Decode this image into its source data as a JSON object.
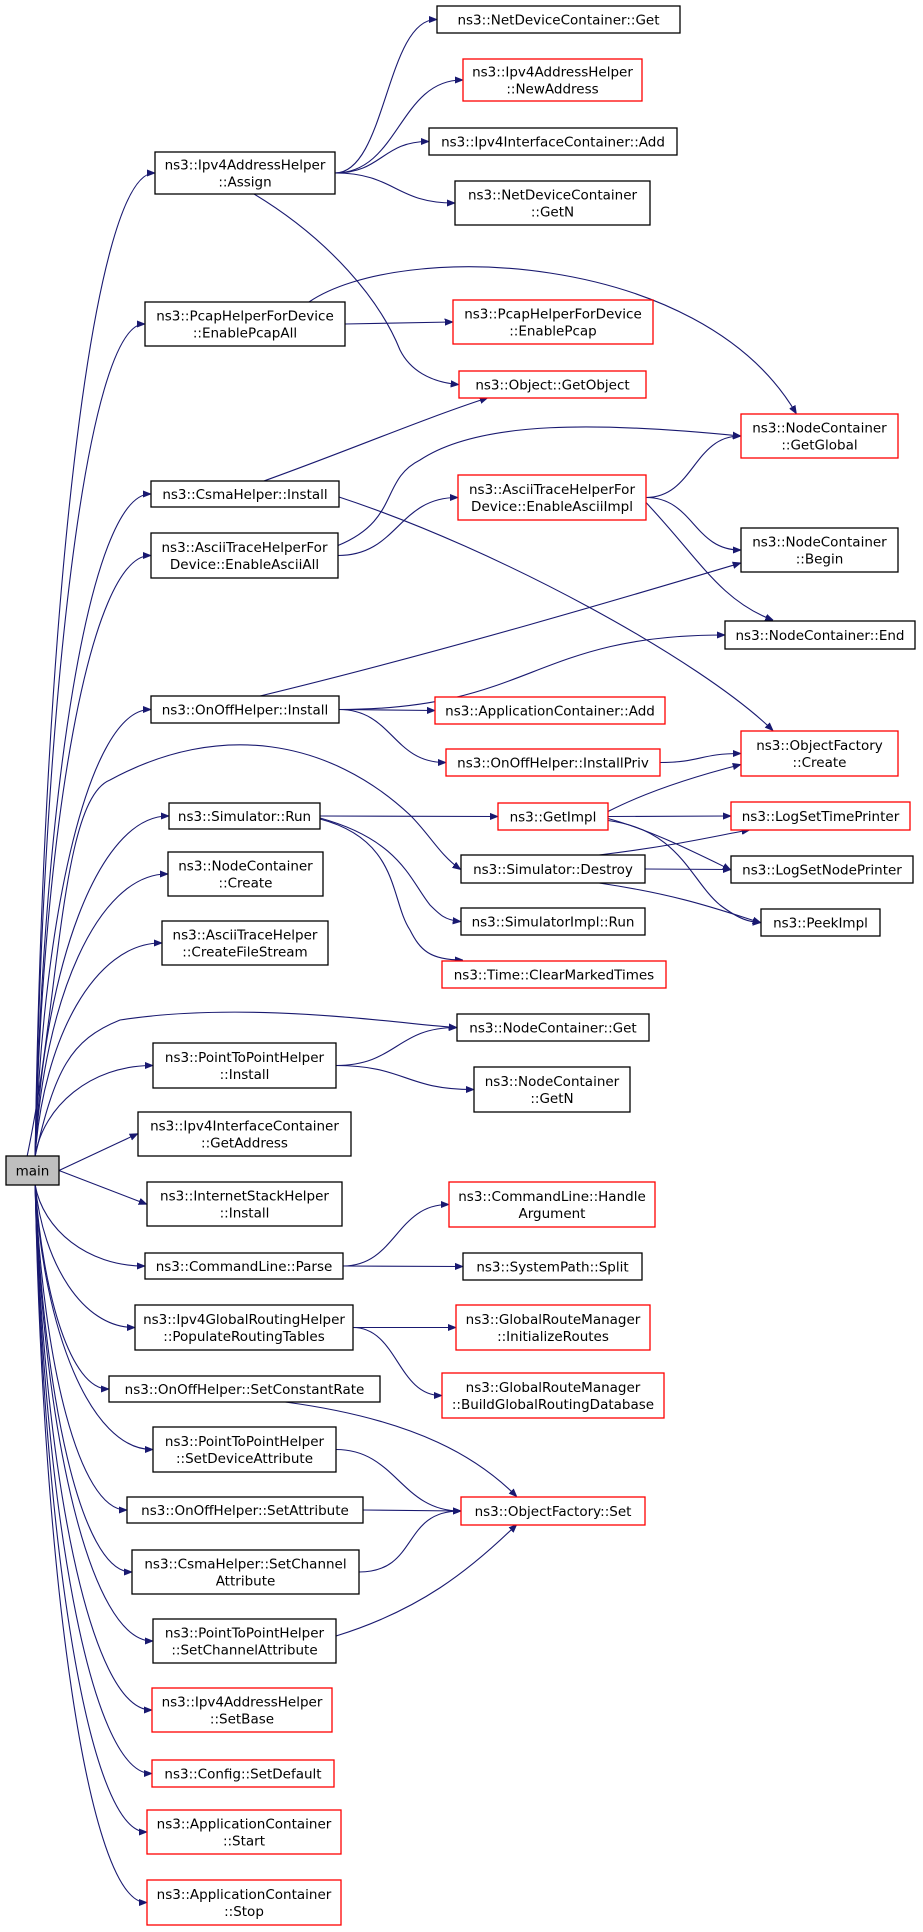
{
  "colors": {
    "edge": "#191970",
    "node_border": "#000000",
    "undocumented_border": "#ff0000",
    "root_fill": "#bfbfbf",
    "background": "#ffffff"
  },
  "nodes": {
    "main": [
      "main"
    ],
    "ipv4_assign": [
      "ns3::Ipv4AddressHelper",
      "::Assign"
    ],
    "netdev_get": [
      "ns3::NetDeviceContainer::Get"
    ],
    "ipv4_newaddress": [
      "ns3::Ipv4AddressHelper",
      "::NewAddress"
    ],
    "ipv4if_add": [
      "ns3::Ipv4InterfaceContainer::Add"
    ],
    "netdev_getn": [
      "ns3::NetDeviceContainer",
      "::GetN"
    ],
    "pcap_all": [
      "ns3::PcapHelperForDevice",
      "::EnablePcapAll"
    ],
    "pcap_enable": [
      "ns3::PcapHelperForDevice",
      "::EnablePcap"
    ],
    "object_getobject": [
      "ns3::Object::GetObject"
    ],
    "nc_getglobal": [
      "ns3::NodeContainer",
      "::GetGlobal"
    ],
    "csma_install": [
      "ns3::CsmaHelper::Install"
    ],
    "ascii_impl": [
      "ns3::AsciiTraceHelperFor",
      "Device::EnableAsciiImpl"
    ],
    "ascii_all": [
      "ns3::AsciiTraceHelperFor",
      "Device::EnableAsciiAll"
    ],
    "nc_begin": [
      "ns3::NodeContainer",
      "::Begin"
    ],
    "nc_end": [
      "ns3::NodeContainer::End"
    ],
    "onoff_install": [
      "ns3::OnOffHelper::Install"
    ],
    "appc_add": [
      "ns3::ApplicationContainer::Add"
    ],
    "onoff_installpriv": [
      "ns3::OnOffHelper::InstallPriv"
    ],
    "of_create": [
      "ns3::ObjectFactory",
      "::Create"
    ],
    "sim_run": [
      "ns3::Simulator::Run"
    ],
    "getimpl": [
      "ns3::GetImpl"
    ],
    "logsettime": [
      "ns3::LogSetTimePrinter"
    ],
    "nc_create": [
      "ns3::NodeContainer",
      "::Create"
    ],
    "sim_destroy": [
      "ns3::Simulator::Destroy"
    ],
    "logsetnode": [
      "ns3::LogSetNodePrinter"
    ],
    "simimpl_run": [
      "ns3::SimulatorImpl::Run"
    ],
    "peekimpl": [
      "ns3::PeekImpl"
    ],
    "ascii_cfs": [
      "ns3::AsciiTraceHelper",
      "::CreateFileStream"
    ],
    "time_cmt": [
      "ns3::Time::ClearMarkedTimes"
    ],
    "nc_get": [
      "ns3::NodeContainer::Get"
    ],
    "p2p_install": [
      "ns3::PointToPointHelper",
      "::Install"
    ],
    "nc_getn": [
      "ns3::NodeContainer",
      "::GetN"
    ],
    "ipv4if_getaddr": [
      "ns3::Ipv4InterfaceContainer",
      "::GetAddress"
    ],
    "isi_install": [
      "ns3::InternetStackHelper",
      "::Install"
    ],
    "cl_handle": [
      "ns3::CommandLine::Handle",
      "Argument"
    ],
    "cl_parse": [
      "ns3::CommandLine::Parse"
    ],
    "syspath_split": [
      "ns3::SystemPath::Split"
    ],
    "ipv4gr_populate": [
      "ns3::Ipv4GlobalRoutingHelper",
      "::PopulateRoutingTables"
    ],
    "grm_init": [
      "ns3::GlobalRouteManager",
      "::InitializeRoutes"
    ],
    "grm_build": [
      "ns3::GlobalRouteManager",
      "::BuildGlobalRoutingDatabase"
    ],
    "onoff_setconst": [
      "ns3::OnOffHelper::SetConstantRate"
    ],
    "p2p_setdev": [
      "ns3::PointToPointHelper",
      "::SetDeviceAttribute"
    ],
    "onoff_setattr": [
      "ns3::OnOffHelper::SetAttribute"
    ],
    "of_set": [
      "ns3::ObjectFactory::Set"
    ],
    "csma_setchan": [
      "ns3::CsmaHelper::SetChannel",
      "Attribute"
    ],
    "p2p_setchan": [
      "ns3::PointToPointHelper",
      "::SetChannelAttribute"
    ],
    "ipv4_setbase": [
      "ns3::Ipv4AddressHelper",
      "::SetBase"
    ],
    "config_setdefault": [
      "ns3::Config::SetDefault"
    ],
    "appc_start": [
      "ns3::ApplicationContainer",
      "::Start"
    ],
    "appc_stop": [
      "ns3::ApplicationContainer",
      "::Stop"
    ]
  }
}
